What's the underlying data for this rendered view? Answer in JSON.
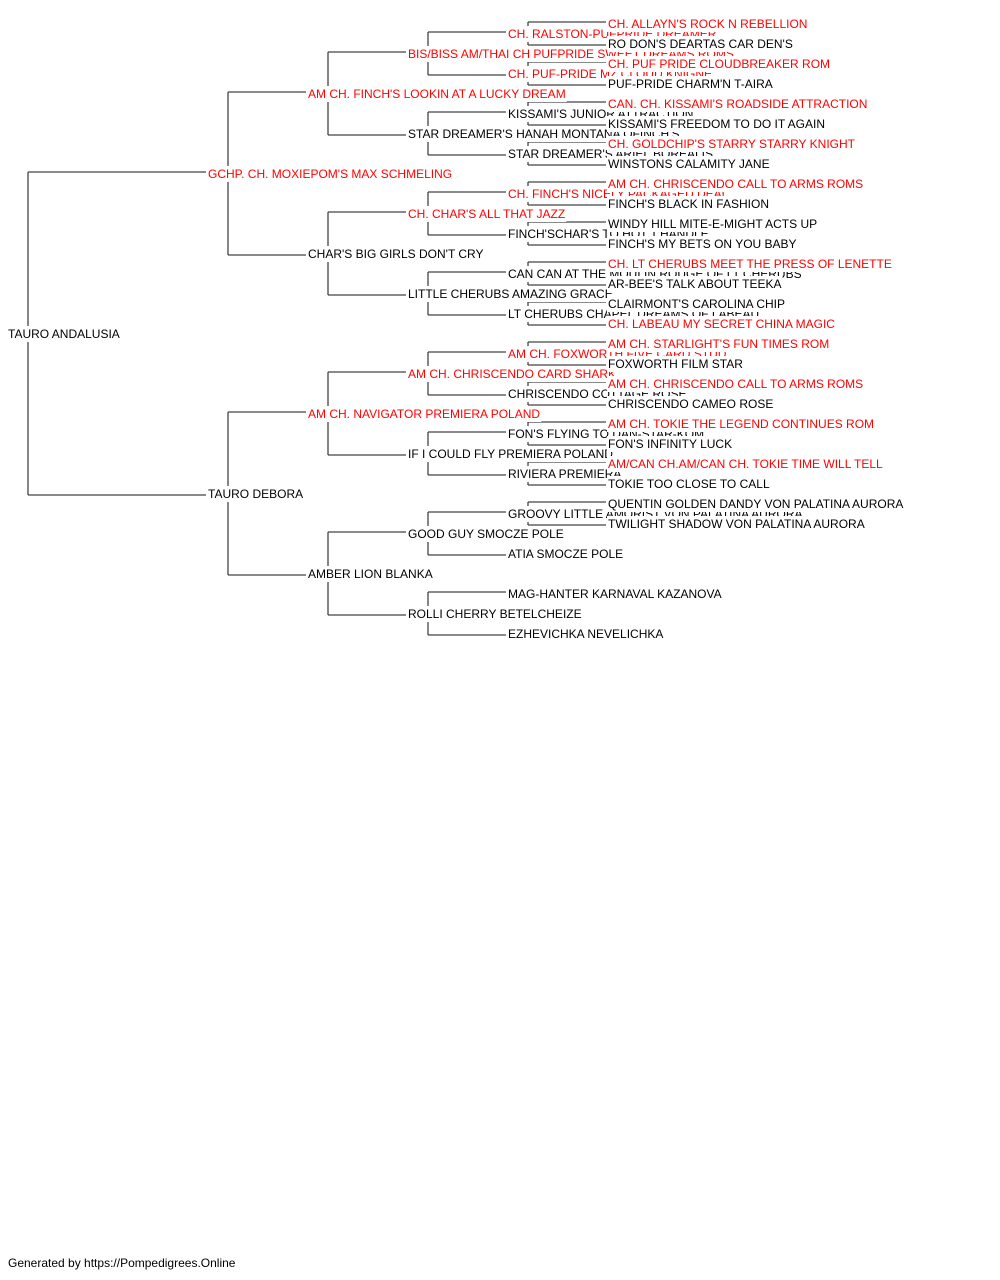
{
  "colors": {
    "champion": "#ff0000",
    "regular": "#000000",
    "line": "#444444"
  },
  "root": {
    "name": "TAURO ANDALUSIA",
    "champion": false
  },
  "sire": {
    "name": "GCHP. CH. MOXIEPOM'S MAX SCHMELING",
    "champion": true
  },
  "dam": {
    "name": "TAURO DEBORA",
    "champion": false
  },
  "sire_sire": {
    "name": "AM CH. FINCH'S LOOKIN AT A LUCKY DREAM",
    "champion": true
  },
  "sire_dam": {
    "name": "CHAR'S BIG GIRLS DON'T CRY",
    "champion": false
  },
  "dam_sire": {
    "name": "AM CH. NAVIGATOR PREMIERA POLAND",
    "champion": true
  },
  "dam_dam": {
    "name": "AMBER LION BLANKA",
    "champion": false
  },
  "generation3": [
    {
      "name": "BIS/BISS AM/THAI CH PUFPRIDE SWEET DREAMS ROMS",
      "champion": true
    },
    {
      "name": "STAR DREAMER'S HANAH MONTANA OFINCH'S",
      "champion": false
    },
    {
      "name": "CH. CHAR'S ALL THAT JAZZ",
      "champion": true
    },
    {
      "name": "LITTLE CHERUBS AMAZING GRACE",
      "champion": false
    },
    {
      "name": "AM CH. CHRISCENDO CARD SHARK",
      "champion": true
    },
    {
      "name": "IF I COULD FLY PREMIERA POLAND",
      "champion": false
    },
    {
      "name": "GOOD GUY SMOCZE POLE",
      "champion": false
    },
    {
      "name": "ROLLI CHERRY BETELCHEIZE",
      "champion": false
    }
  ],
  "generation4": [
    {
      "name": "CH. RALSTON-PUFPRIDE DREAMER",
      "champion": true
    },
    {
      "name": "CH. PUF-PRIDE MZ CLOUD KNIGNE",
      "champion": true
    },
    {
      "name": "KISSAMI'S JUNIOR ATTRACTION",
      "champion": false
    },
    {
      "name": "STAR DREAMER'S ARIEL BOREALIS",
      "champion": false
    },
    {
      "name": "CH. FINCH'S NICELY PACKAGED DEAL",
      "champion": true
    },
    {
      "name": "FINCH'SCHAR'S TO HOT T'HANDLE",
      "champion": false
    },
    {
      "name": "CAN CAN AT THE MOULIN ROUGE OF LT CHERUBS",
      "champion": false
    },
    {
      "name": "LT CHERUBS CHAPEL DREAMS OF LABEAU",
      "champion": false
    },
    {
      "name": "AM CH. FOXWORTH FIVE CARD STUD",
      "champion": true
    },
    {
      "name": "CHRISCENDO COTTAGE ROSE",
      "champion": false
    },
    {
      "name": "FON'S FLYING TO DAN-STAR-KOM",
      "champion": false
    },
    {
      "name": "RIVIERA PREMIERA",
      "champion": false
    },
    {
      "name": "GROOVY LITTLE AMORIST VON PALATINA AURORA",
      "champion": false
    },
    {
      "name": "ATIA SMOCZE POLE",
      "champion": false
    },
    {
      "name": "MAG-HANTER KARNAVAL KAZANOVA",
      "champion": false
    },
    {
      "name": "EZHEVICHKA NEVELICHKA",
      "champion": false
    }
  ],
  "generation5": [
    {
      "name": "CH. ALLAYN'S ROCK N REBELLION",
      "champion": true
    },
    {
      "name": "RO DON'S DEARTAS CAR DEN'S",
      "champion": false
    },
    {
      "name": "CH. PUF PRIDE CLOUDBREAKER ROM",
      "champion": true
    },
    {
      "name": "PUF-PRIDE CHARM'N T-AIRA",
      "champion": false
    },
    {
      "name": "CAN. CH. KISSAMI'S ROADSIDE ATTRACTION",
      "champion": true
    },
    {
      "name": "KISSAMI'S FREEDOM TO DO IT AGAIN",
      "champion": false
    },
    {
      "name": "CH. GOLDCHIP'S STARRY STARRY KNIGHT",
      "champion": true
    },
    {
      "name": "WINSTONS CALAMITY JANE",
      "champion": false
    },
    {
      "name": "AM CH. CHRISCENDO CALL TO ARMS ROMS",
      "champion": true
    },
    {
      "name": "FINCH'S BLACK IN FASHION",
      "champion": false
    },
    {
      "name": "WINDY HILL MITE-E-MIGHT ACTS UP",
      "champion": false
    },
    {
      "name": "FINCH'S MY BETS ON YOU BABY",
      "champion": false
    },
    {
      "name": "CH. LT CHERUBS MEET THE PRESS OF LENETTE",
      "champion": true
    },
    {
      "name": "AR-BEE'S TALK ABOUT TEEKA",
      "champion": false
    },
    {
      "name": "CLAIRMONT'S CAROLINA CHIP",
      "champion": false
    },
    {
      "name": "CH. LABEAU MY SECRET CHINA MAGIC",
      "champion": true
    },
    {
      "name": "AM CH. STARLIGHT'S FUN TIMES ROM",
      "champion": true
    },
    {
      "name": "FOXWORTH FILM STAR",
      "champion": false
    },
    {
      "name": "AM CH. CHRISCENDO CALL TO ARMS ROMS",
      "champion": true
    },
    {
      "name": "CHRISCENDO CAMEO ROSE",
      "champion": false
    },
    {
      "name": "AM CH. TOKIE THE LEGEND CONTINUES ROM",
      "champion": true
    },
    {
      "name": "FON'S INFINITY LUCK",
      "champion": false
    },
    {
      "name": "AM/CAN CH.AM/CAN CH. TOKIE TIME WILL TELL",
      "champion": true
    },
    {
      "name": "TOKIE TOO CLOSE TO CALL",
      "champion": false
    },
    {
      "name": "QUENTIN GOLDEN DANDY VON PALATINA AURORA",
      "champion": false
    },
    {
      "name": "TWILIGHT SHADOW VON PALATINA AURORA",
      "champion": false
    },
    {
      "name": "",
      "champion": false
    },
    {
      "name": "",
      "champion": false
    },
    {
      "name": "",
      "champion": false
    },
    {
      "name": "",
      "champion": false
    },
    {
      "name": "",
      "champion": false
    },
    {
      "name": "",
      "champion": false
    }
  ],
  "footer": "Generated by https://Pompedigrees.Online"
}
